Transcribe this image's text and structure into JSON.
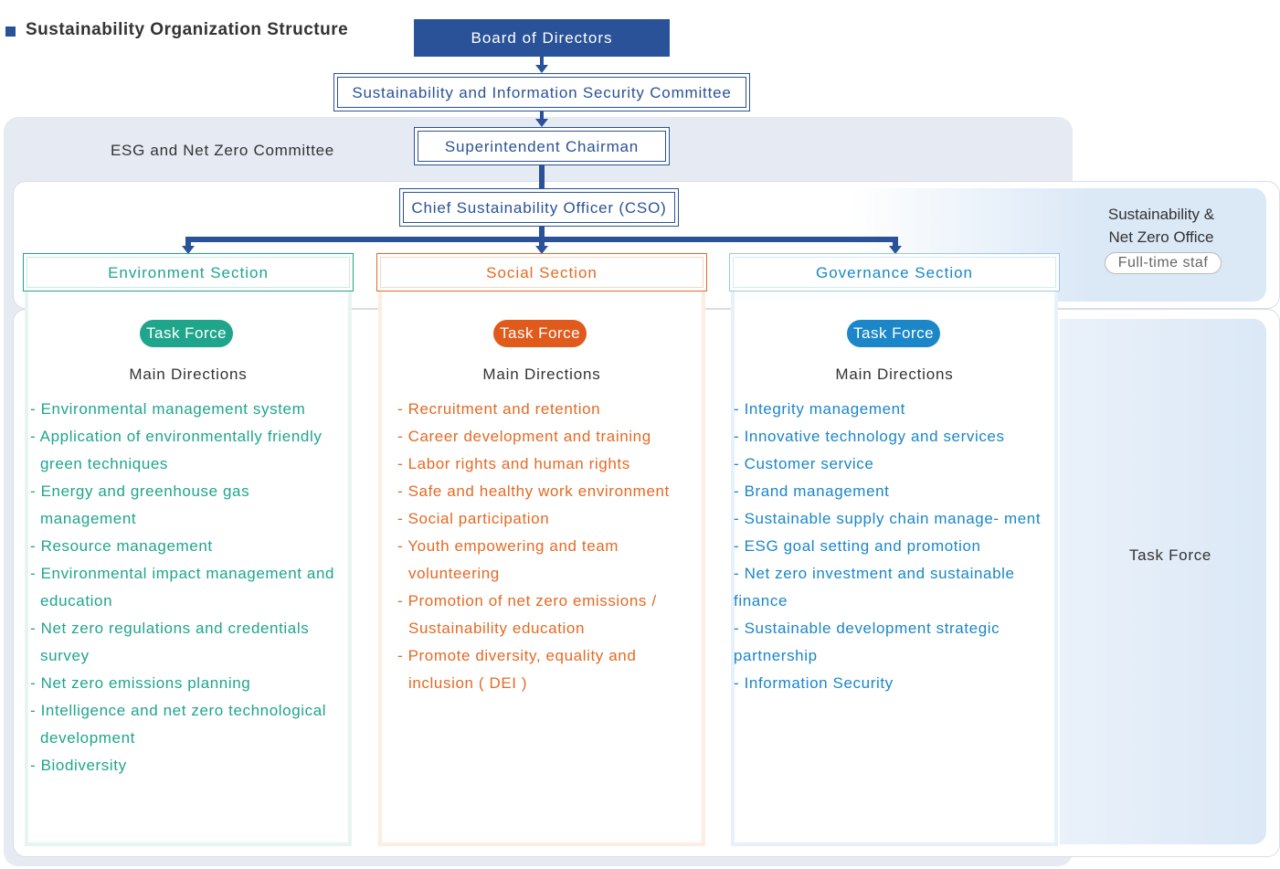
{
  "header": {
    "title": "Sustainability Organization Structure"
  },
  "board": {
    "label": "Board of Directors"
  },
  "committee": {
    "label": "Sustainability and Information Security Committee"
  },
  "esg_committee": {
    "label": "ESG and Net Zero Committee"
  },
  "chairman": {
    "label": "Superintendent Chairman"
  },
  "cso": {
    "label": "Chief Sustainability Officer (CSO)"
  },
  "office": {
    "line1": "Sustainability &",
    "line2": "Net Zero Office",
    "badge": "Full-time staf"
  },
  "task_force_side": {
    "label": "Task Force"
  },
  "colors": {
    "primary": "#2a5298",
    "environment": "#1fa58c",
    "social": "#e46a24",
    "governance": "#1b86c8"
  },
  "sections": [
    {
      "title": "Environment Section",
      "task_force": "Task Force",
      "main_directions": "Main Directions",
      "items": [
        "- Environmental management system",
        "- Application of environmentally friendly green techniques",
        "- Energy and greenhouse gas management",
        "- Resource management",
        "- Environmental impact management and education",
        "- Net zero regulations and credentials survey",
        "- Net zero emissions planning",
        "- Intelligence and net zero technological development",
        "- Biodiversity"
      ]
    },
    {
      "title": "Social Section",
      "task_force": "Task Force",
      "main_directions": "Main Directions",
      "items": [
        "- Recruitment and retention",
        "- Career development and training",
        "- Labor rights and human rights",
        "- Safe and healthy work environment",
        "- Social participation",
        "- Youth empowering and team volunteering",
        "- Promotion of net zero emissions / Sustainability education",
        "- Promote diversity, equality and inclusion ( DEI )"
      ]
    },
    {
      "title": "Governance Section",
      "task_force": "Task Force",
      "main_directions": "Main Directions",
      "items": [
        "- Integrity management",
        "- Innovative technology and services",
        "- Customer service",
        "- Brand management",
        "- Sustainable supply chain manage- ment",
        "- ESG goal setting and promotion",
        "- Net zero investment and sustainable finance",
        "- Sustainable development strategic partnership",
        "- Information Security"
      ]
    }
  ]
}
